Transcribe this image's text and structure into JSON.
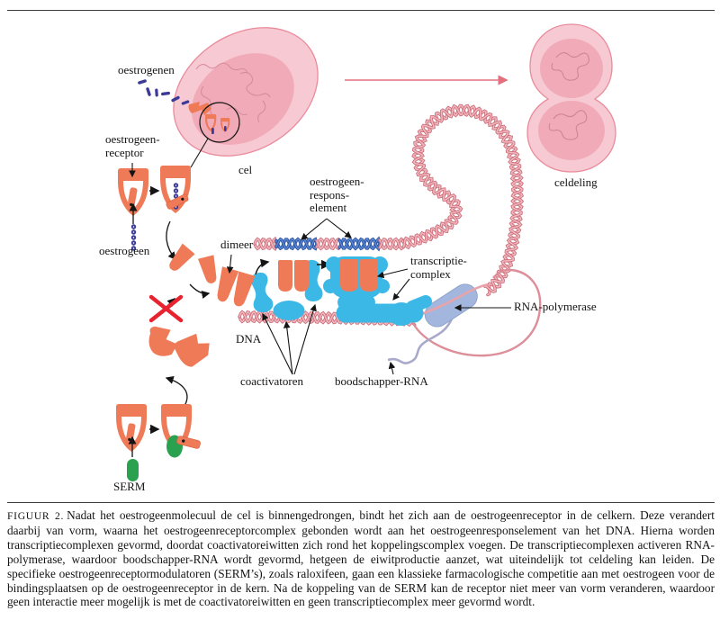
{
  "figure": {
    "labels": {
      "oestrogenen": "oestrogenen",
      "oestrogeen_receptor": "oestrogeen-\nreceptor",
      "cel": "cel",
      "oestrogeen": "oestrogeen",
      "dimeer": "dimeer",
      "respons_element": "oestrogeen-\nrespons-\nelement",
      "transcriptie_complex": "transcriptie-\ncomplex",
      "dna": "DNA",
      "coactivatoren": "coactivatoren",
      "boodschapper_rna": "boodschapper-RNA",
      "rna_polymerase": "RNA-polymerase",
      "celdeling": "celdeling",
      "serm": "SERM"
    },
    "caption": {
      "label": "FIGUUR 2.",
      "text": "Nadat het oestrogeenmolecuul de cel is binnengedrongen, bindt het zich aan de oestrogeenreceptor in de celkern. Deze verandert daarbij van vorm, waarna het oestrogeenreceptorcomplex gebonden wordt aan het oestrogeenresponselement van het DNA. Hierna worden transcriptiecomplexen gevormd, doordat coactivatoreiwitten zich rond het koppelingscomplex voegen. De transcriptiecomplexen activeren RNA-polymerase, waardoor boodschapper-RNA wordt gevormd, hetgeen de eiwitproductie aanzet, wat uiteindelijk tot celdeling kan leiden. De specifieke oestrogeenreceptormodulatoren (SERM’s), zoals raloxifeen, gaan een klassieke farmacologische competitie aan met oestrogeen voor de bindingsplaatsen op de oestrogeenreceptor in de kern. Na de koppeling van de SERM kan de receptor niet meer van vorm veranderen, waardoor geen interactie meer mogelijk is met de coactivatoreiwitten en geen transcriptiecomplex meer gevormd wordt."
    },
    "colors": {
      "orange": "#ef7a57",
      "cyan": "#3cb8e6",
      "green": "#2aa14e",
      "purple": "#3c3a96",
      "red-x": "#e8222f",
      "cell-outer": "#f7cad3",
      "cell-inner": "#f1abb8",
      "cell-stroke": "#ea8b9b",
      "squiggle": "#cf8493",
      "dna-dark": "#c96d7a",
      "dna-light": "#f2b6bc",
      "ere-dark": "#27509b",
      "ere-light": "#5b86d2",
      "unwound": "#dd8f99",
      "mrna": "#a9a9cb",
      "polymerase": "#a3b6dd",
      "pink-arrow": "#e4707e",
      "ink": "#141414"
    }
  }
}
